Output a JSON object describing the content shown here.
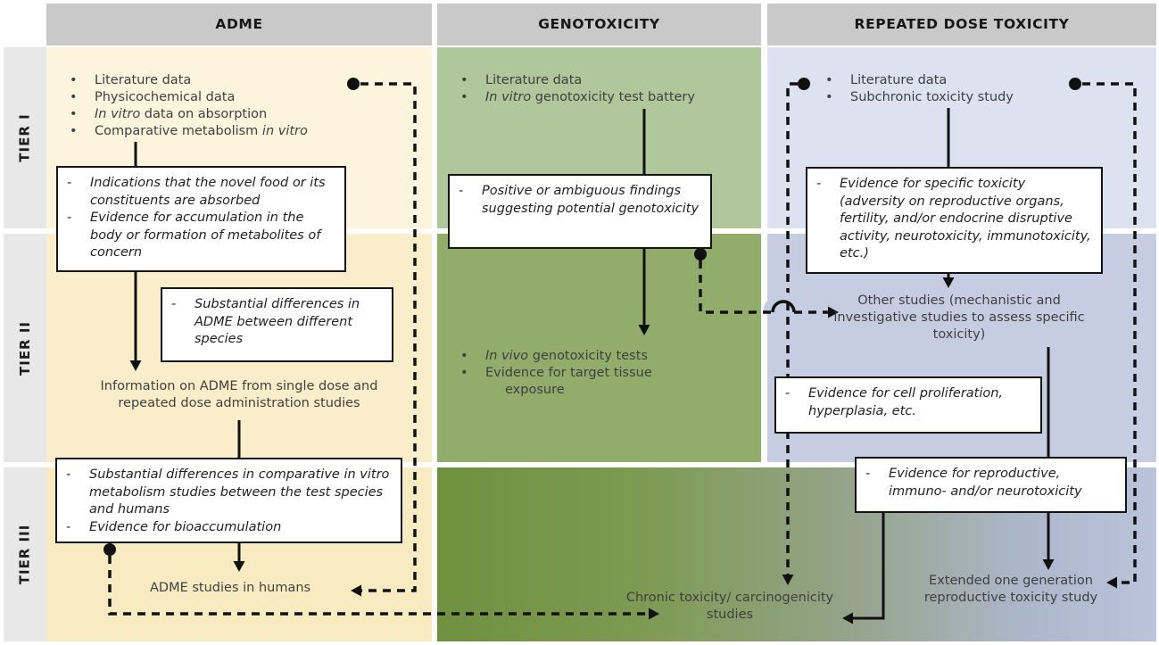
{
  "markers": {
    "bullet": "•",
    "dash": "-"
  },
  "headers": [
    {
      "label": "ADME"
    },
    {
      "label": "GENOTOXICITY"
    },
    {
      "label": "REPEATED DOSE TOXICITY"
    }
  ],
  "tiers": [
    {
      "label": "TIER I"
    },
    {
      "label": "TIER II"
    },
    {
      "label": "TIER III"
    }
  ],
  "adme": {
    "tier1_bullets": [
      {
        "pre": "Literature data",
        "em": "",
        "post": "",
        "line2": ""
      },
      {
        "pre": "Physicochemical data",
        "em": "",
        "post": "",
        "line2": ""
      },
      {
        "pre": "",
        "em": "In vitro",
        "post": " data on absorption",
        "line2": ""
      },
      {
        "pre": "Comparative metabolism ",
        "em": "in vitro",
        "post": "",
        "line2": ""
      }
    ],
    "box1_items": [
      "Indications that the novel food or its constituents are absorbed",
      "Evidence for accumulation in the body or formation of metabolites of concern"
    ],
    "box2_items": [
      "Substantial differences in ADME between different species"
    ],
    "info_text": "Information on ADME from single dose and repeated dose administration studies",
    "box3_items": [
      "Substantial differences in comparative in vitro metabolism studies between the test species and humans",
      "Evidence for bioaccumulation"
    ],
    "humans_text": "ADME studies in humans"
  },
  "genotoxicity": {
    "tier1_bullets": [
      {
        "pre": "Literature data",
        "em": "",
        "post": "",
        "line2": ""
      },
      {
        "pre": "",
        "em": "In vitro",
        "post": " genotoxicity test battery",
        "line2": ""
      }
    ],
    "box1_items": [
      "Positive or ambiguous findings suggesting potential genotoxicity"
    ],
    "tier2_bullets": [
      {
        "pre": "",
        "em": "In vivo",
        "post": " genotoxicity tests",
        "line2": ""
      },
      {
        "pre": "Evidence for target tissue",
        "em": "",
        "post": "",
        "line2": "exposure"
      }
    ],
    "chronic_text": "Chronic toxicity/ carcinogenicity studies"
  },
  "rdt": {
    "tier1_bullets": [
      {
        "pre": "Literature data",
        "em": "",
        "post": "",
        "line2": ""
      },
      {
        "pre": "Subchronic toxicity study",
        "em": "",
        "post": "",
        "line2": ""
      }
    ],
    "box1_items": [
      "Evidence for specific toxicity (adversity on reproductive organs, fertility, and/or endocrine disruptive activity, neurotoxicity, immunotoxicity, etc.)"
    ],
    "other_text": "Other studies (mechanistic and investigative studies to assess specific toxicity)",
    "box2_items": [
      "Evidence for cell proliferation, hyperplasia, etc."
    ],
    "box3_items": [
      "Evidence for reproductive, immuno- and/or neurotoxicity"
    ],
    "extended_text": "Extended one generation reproductive toxicity study"
  },
  "colors": {
    "header_bg": "#c9c9c9",
    "tier_label_bg": "#e8e8e8",
    "adme_tier1": "#fcf4dd",
    "adme_tier2": "#faeeca",
    "adme_tier3": "#f8ebc1",
    "geno_tier1": "#b0c79c",
    "geno_tier2": "#92ac6c",
    "rdt_tier1": "#dce2ef",
    "rdt_tier2": "#c6cde2",
    "tier3_gradient_left": "#6f913f",
    "tier3_gradient_right": "#b9c3da",
    "line": "#111111",
    "box_border": "#141414",
    "text": "#3f3f3f"
  }
}
